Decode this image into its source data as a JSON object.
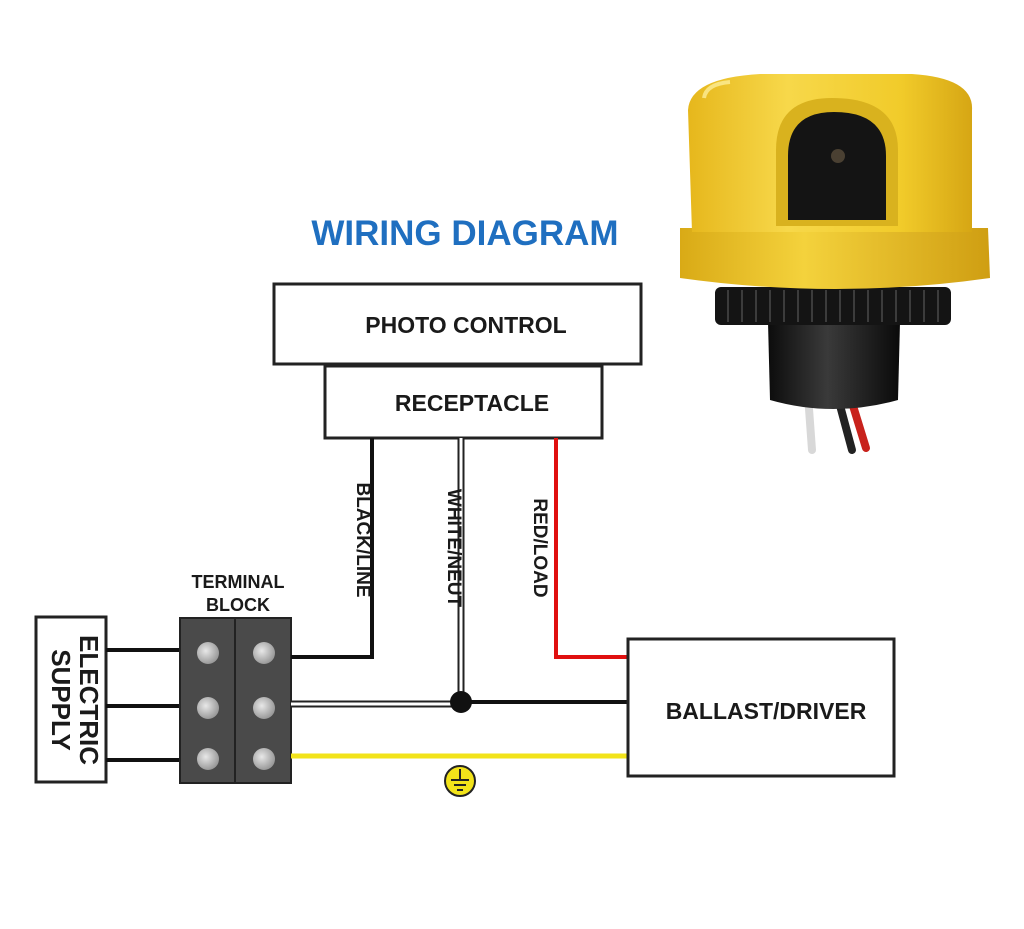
{
  "title": "WIRING DIAGRAM",
  "boxes": {
    "photo_control": "PHOTO CONTROL",
    "receptacle": "RECEPTACLE",
    "ballast_driver": "BALLAST/DRIVER",
    "electric_supply_line1": "ELECTRIC",
    "electric_supply_line2": "SUPPLY"
  },
  "terminal_block": {
    "line1": "TERMINAL",
    "line2": "BLOCK"
  },
  "wires": {
    "black": "BLACK/LINE",
    "white": "WHITE/NEUT",
    "red": "RED/LOAD"
  },
  "colors": {
    "title": "#1f6fc0",
    "black_wire": "#111111",
    "red_wire": "#e01010",
    "ground_wire": "#f2e31a",
    "photocell_body": "#f3cf2a"
  },
  "icons": {
    "ground": "ground-symbol-icon",
    "device": "photocell-device-icon"
  }
}
